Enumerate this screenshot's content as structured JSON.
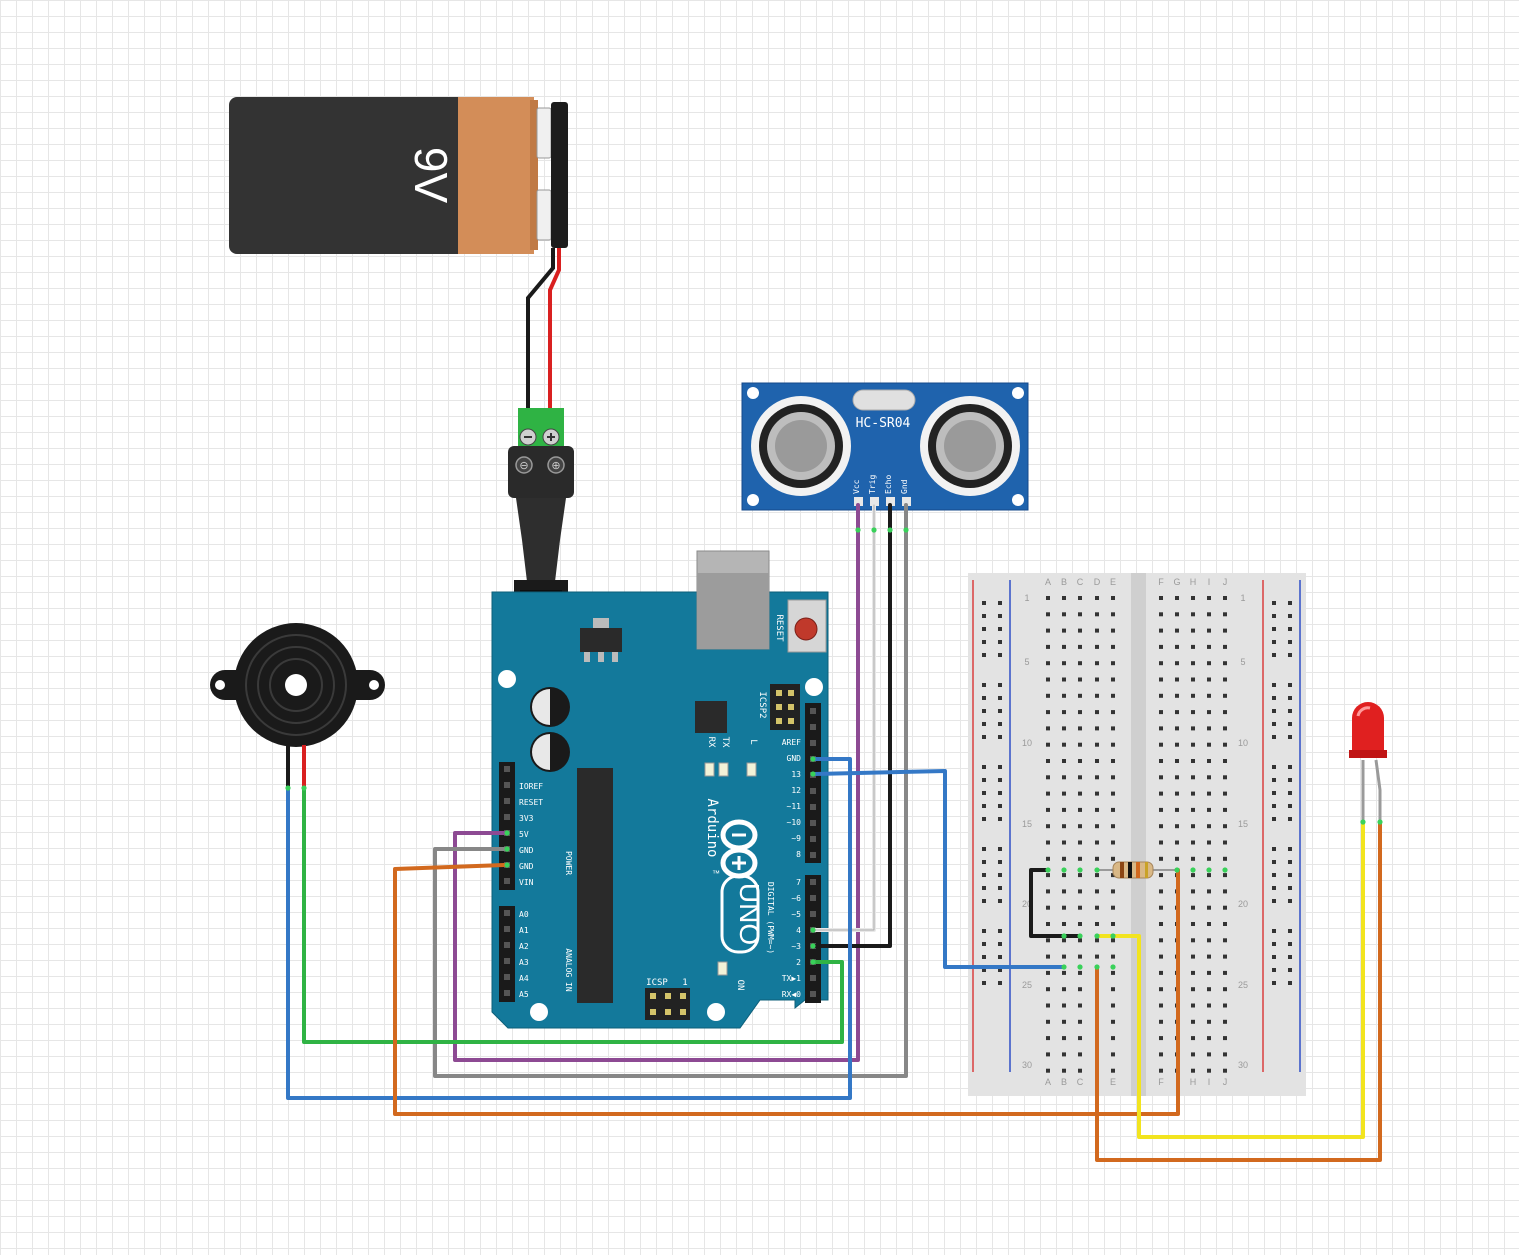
{
  "battery": {
    "label": "9V",
    "minus": "⊖",
    "plus": "⊕"
  },
  "ultrasonic_sensor": {
    "name": "HC-SR04",
    "pins": [
      "Vcc",
      "Trig",
      "Echo",
      "Gnd"
    ]
  },
  "arduino": {
    "brand": "Arduino",
    "model": "UNO",
    "trademark": "™",
    "reset": "RESET",
    "icsp2": "ICSP2",
    "icsp": "ICSP",
    "icsp_pin1": "1",
    "led_labels": [
      "RX",
      "TX",
      "L"
    ],
    "on": "ON",
    "power_pins": [
      "IOREF",
      "RESET",
      "3V3",
      "5V",
      "GND",
      "GND",
      "VIN"
    ],
    "power_header": "POWER",
    "analog_pins": [
      "A0",
      "A1",
      "A2",
      "A3",
      "A4",
      "A5"
    ],
    "analog_header": "ANALOG IN",
    "digital_top_pins": [
      "AREF",
      "GND",
      "13",
      "12",
      "~11",
      "~10",
      "~9",
      "8"
    ],
    "digital_bottom_pins": [
      "7",
      "~6",
      "~5",
      "4",
      "~3",
      "2",
      "TX▶1",
      "RX◀0"
    ],
    "digital_header": "DIGITAL (PWM=~)"
  },
  "breadboard": {
    "columns_left": [
      "A",
      "B",
      "C",
      "D",
      "E"
    ],
    "columns_right": [
      "F",
      "G",
      "H",
      "I",
      "J"
    ],
    "row_numbers": [
      "1",
      "5",
      "10",
      "15",
      "20",
      "25",
      "30"
    ],
    "bottom_columns_left": [
      "A",
      "B",
      "C",
      "",
      "E"
    ],
    "bottom_columns_right": [
      "F",
      "",
      "H",
      "I",
      "J"
    ]
  },
  "components": [
    "9V battery",
    "DC barrel jack",
    "HC-SR04 ultrasonic sensor",
    "Arduino UNO",
    "piezo buzzer",
    "breadboard",
    "resistor",
    "red LED"
  ],
  "colors": {
    "board": "#13799b",
    "sensor": "#1f63ad",
    "wire_purple": "#8d4a93",
    "wire_gray": "#878787",
    "wire_white": "#e8e8e8",
    "wire_black": "#1a1a1a",
    "wire_blue": "#3478c6",
    "wire_green": "#2fb344",
    "wire_orange": "#d2691e",
    "wire_yellow": "#f2e41f",
    "wire_red": "#d92020",
    "led": "#e02020",
    "battery_cap": "#d38d58"
  }
}
